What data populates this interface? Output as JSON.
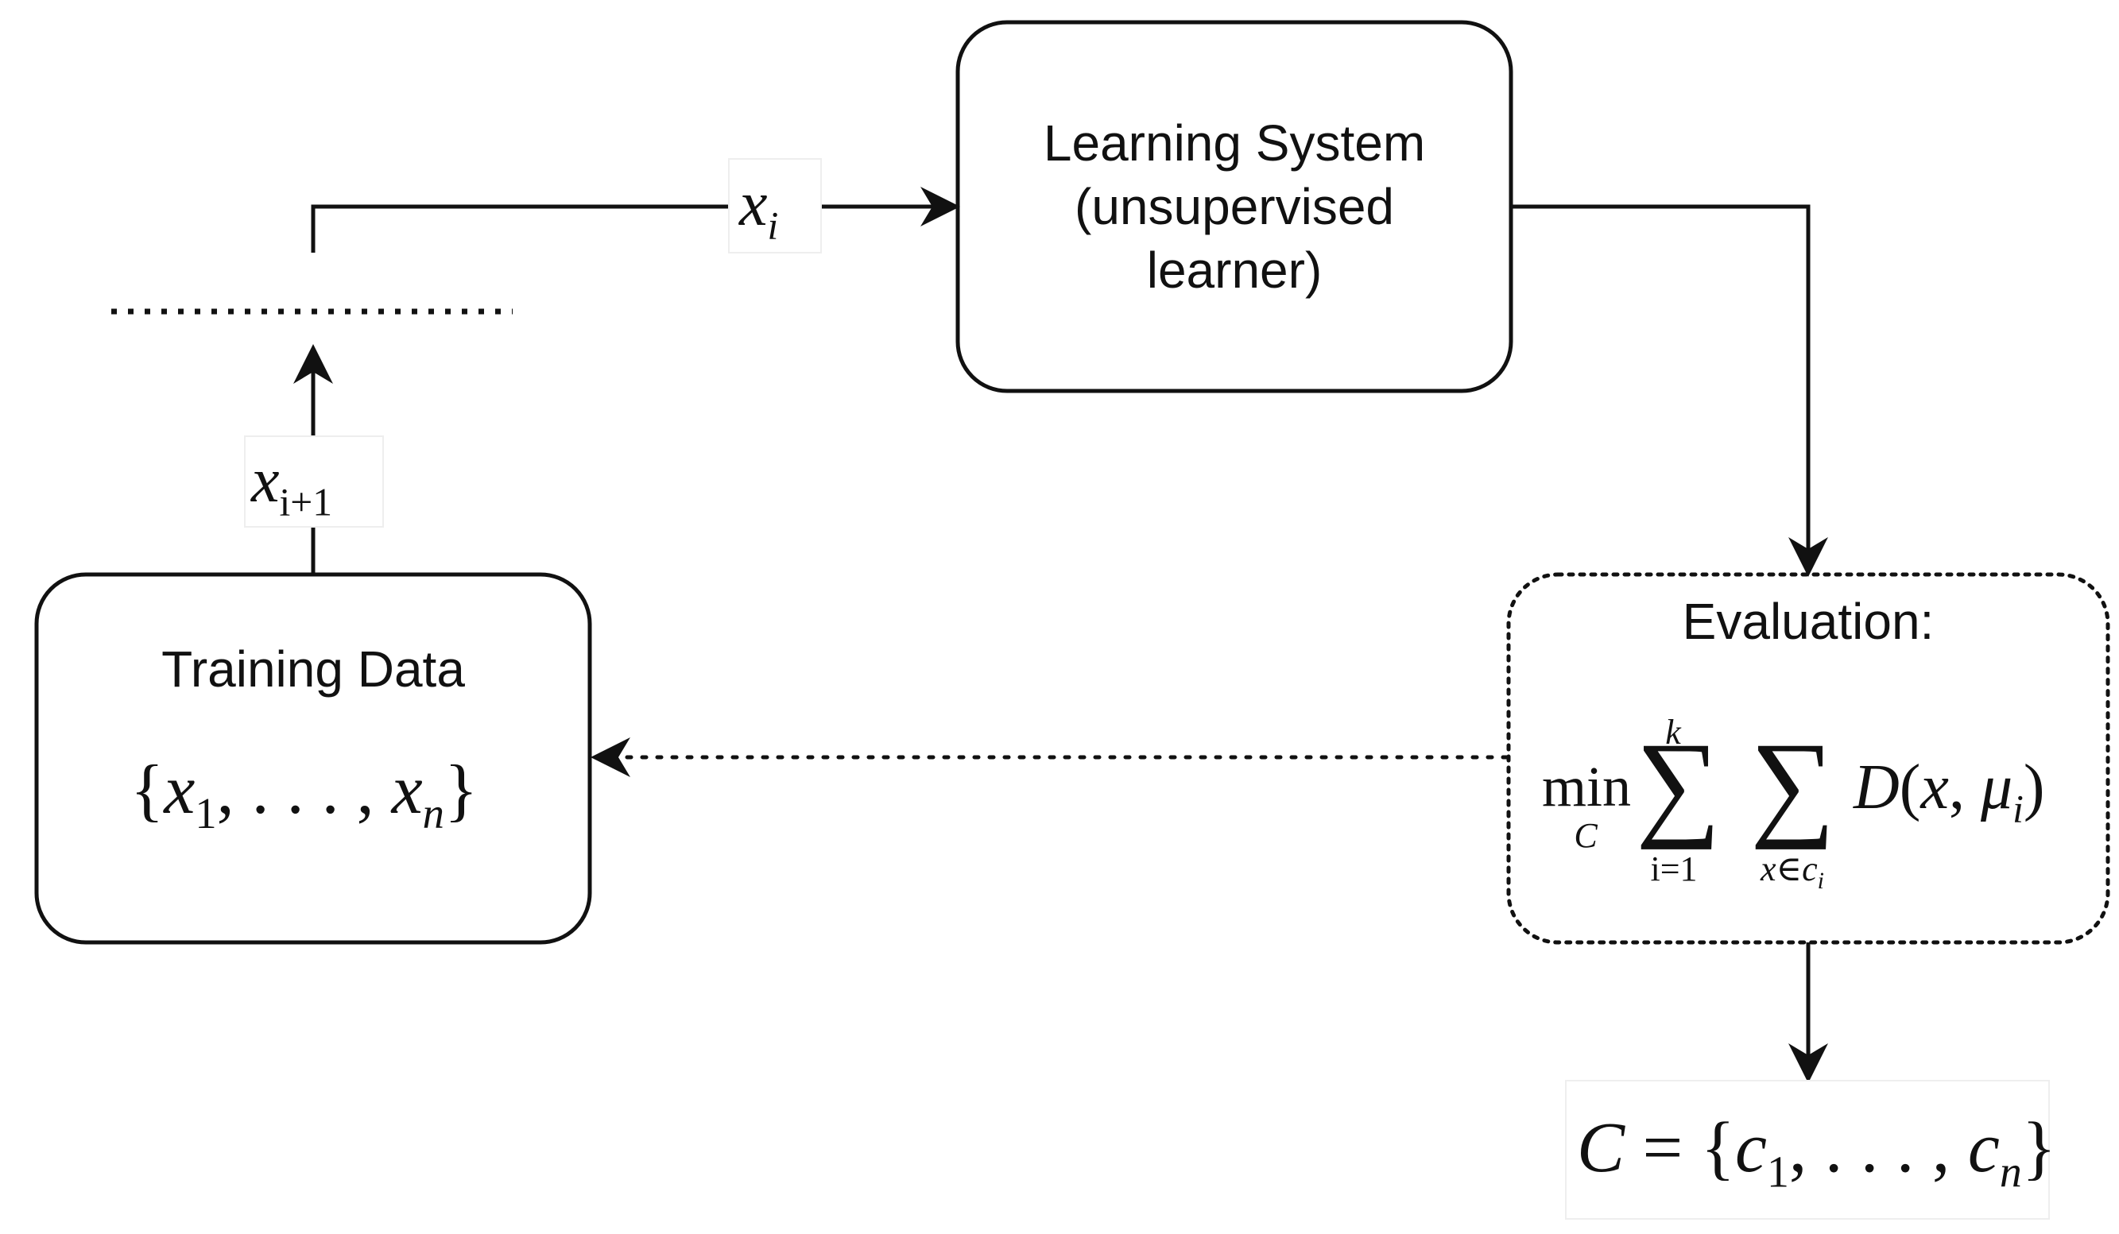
{
  "learning_system": {
    "line1": "Learning System",
    "line2": "(unsupervised",
    "line3": "learner)"
  },
  "training_data": {
    "title": "Training Data",
    "set_open": "{",
    "x": "x",
    "sub1": "1",
    "dots": ", . . . , ",
    "subn": "n",
    "set_close": "}"
  },
  "edge_labels": {
    "xi_var": "x",
    "xi_sub": "i",
    "xi1_var": "x",
    "xi1_sub": "i+1"
  },
  "evaluation": {
    "title": "Evaluation:",
    "min": "min",
    "min_sub": "C",
    "sum1_top": "k",
    "sum1_bottom": "i=1",
    "sum2_bottom": "x∈c",
    "sum2_bottom_sub": "i",
    "sigma": "∑",
    "term_D": "D",
    "term_args_open": "(",
    "term_x": "x",
    "term_comma": ", ",
    "term_mu": "μ",
    "term_mu_sub": "i",
    "term_close": ")"
  },
  "output": {
    "C": "C",
    "eq": " = {",
    "c": "c",
    "sub1": "1",
    "dots": ", . . . , ",
    "subn": "n",
    "close": "}"
  },
  "colors": {
    "stroke": "#111111",
    "background": "#ffffff"
  }
}
